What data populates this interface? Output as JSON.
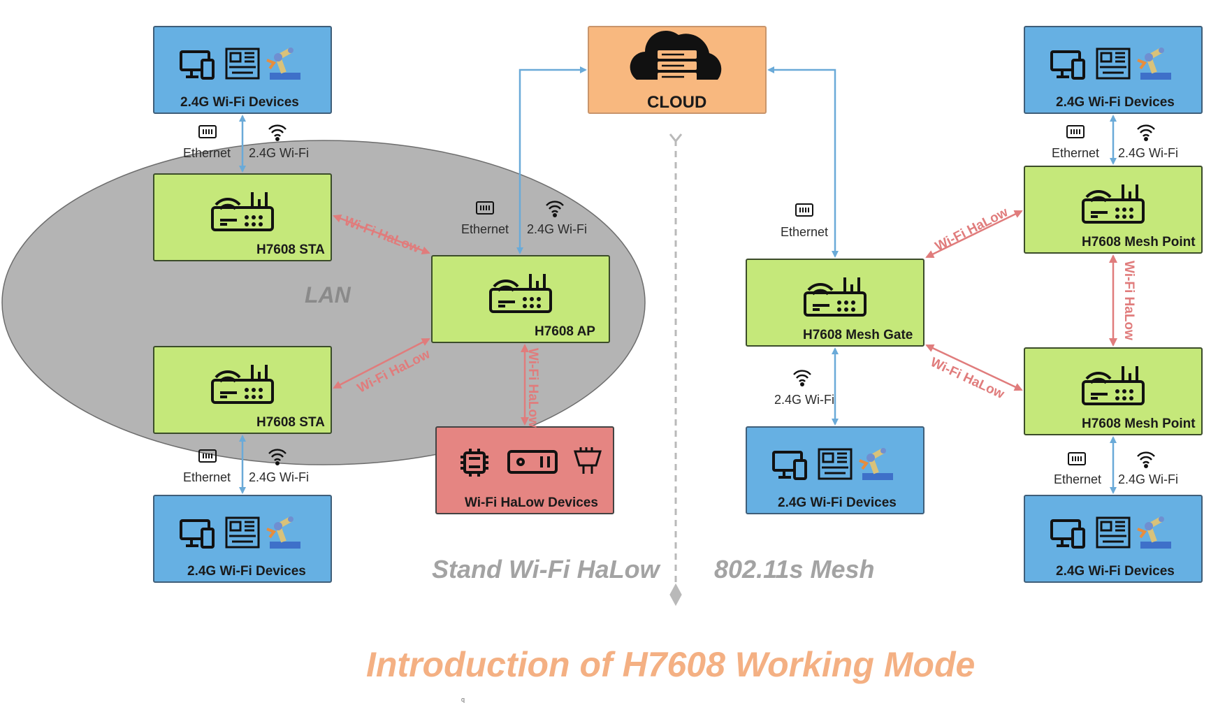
{
  "cloud": {
    "label": "CLOUD"
  },
  "lan": {
    "label": "LAN"
  },
  "left": {
    "devices_top": {
      "label": "2.4G Wi-Fi Devices"
    },
    "devices_bottom": {
      "label": "2.4G Wi-Fi Devices"
    },
    "sta_top": {
      "label": "H7608 STA"
    },
    "sta_bottom": {
      "label": "H7608 STA"
    },
    "ap": {
      "label": "H7608 AP"
    },
    "halow_devices": {
      "label": "Wi-Fi HaLow Devices"
    },
    "eth_top": "Ethernet",
    "wifi_top": "2.4G Wi-Fi",
    "eth_bottom": "Ethernet",
    "wifi_bottom": "2.4G Wi-Fi",
    "ap_eth": "Ethernet",
    "ap_wifi": "2.4G Wi-Fi",
    "halow_1": "Wi-Fi HaLow",
    "halow_2": "Wi-Fi HaLow",
    "halow_3": "Wi-Fi HaLow",
    "mode_label": "Stand Wi-Fi HaLow"
  },
  "right": {
    "gate": {
      "label": "H7608 Mesh Gate"
    },
    "mesh_top": {
      "label": "H7608 Mesh Point"
    },
    "mesh_bottom": {
      "label": "H7608 Mesh Point"
    },
    "devices_top": {
      "label": "2.4G Wi-Fi Devices"
    },
    "devices_gate": {
      "label": "2.4G Wi-Fi Devices"
    },
    "devices_bottom": {
      "label": "2.4G Wi-Fi Devices"
    },
    "gate_eth": "Ethernet",
    "gate_wifi": "2.4G Wi-Fi",
    "eth_top": "Ethernet",
    "wifi_top": "2.4G Wi-Fi",
    "eth_bottom": "Ethernet",
    "wifi_bottom": "2.4G Wi-Fi",
    "halow_1": "Wi-Fi HaLow",
    "halow_2": "Wi-Fi HaLow",
    "halow_3": "Wi-Fi HaLow",
    "mode_label": "802.11s Mesh"
  },
  "title": "Introduction of H7608 Working Mode",
  "footnote": "q",
  "colors": {
    "device_blue": "#66b0e3",
    "router_green": "#c5e87a",
    "cloud_orange": "#f8b87f",
    "halow_red": "#e58582",
    "link_blue": "#6aaad8",
    "halow_pink": "#e07c7c",
    "lan_gray": "#b4b4b4",
    "title_orange": "#f4b083"
  }
}
